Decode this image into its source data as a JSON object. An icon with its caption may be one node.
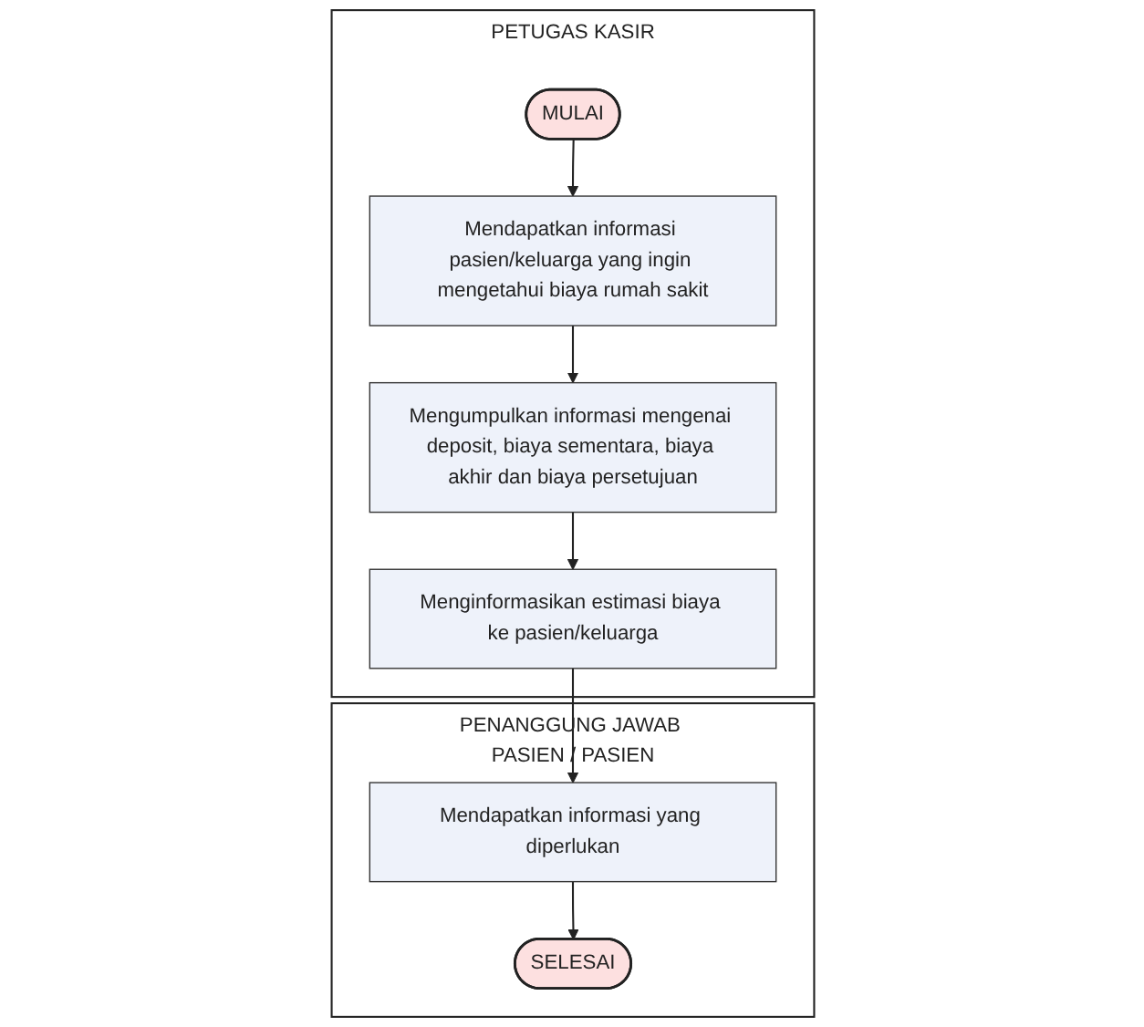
{
  "diagram": {
    "nodes": [
      {
        "text": [
          "PETUGAS KASIR"
        ]
      },
      {
        "text": [
          "MULAI"
        ],
        "in": 0
      },
      {
        "text": [
          "Mendapatkan informasi pasien/keluarga yang ingin mengetahui biaya rumah sakit"
        ],
        "in": 0
      },
      {
        "text": [
          "Mengumpulkan informasi mengenai deposit, biaya sementara, biaya akhir dan biaya persetujuan"
        ],
        "in": 0
      },
      {
        "text": [
          "Menginformasikan estimasi biaya ke pasien/keluarga"
        ],
        "in": 0
      },
      {
        "text": [
          "PENANGGUNG JAWAB PASIEN / PASIEN"
        ]
      },
      {
        "text": [
          "Mendapatkan informasi yang diperlukan"
        ],
        "in": 5
      },
      {
        "text": [
          "SELESAI"
        ],
        "in": 5
      }
    ],
    "edges": [
      {
        "from": 1,
        "to": 2,
        "arrow": "to"
      },
      {
        "from": 2,
        "to": 3,
        "arrow": "to"
      },
      {
        "from": 3,
        "to": 4,
        "arrow": "to"
      },
      {
        "from": 4,
        "to": 6,
        "arrow": "to"
      },
      {
        "from": 6,
        "to": 7,
        "arrow": "to"
      }
    ]
  }
}
